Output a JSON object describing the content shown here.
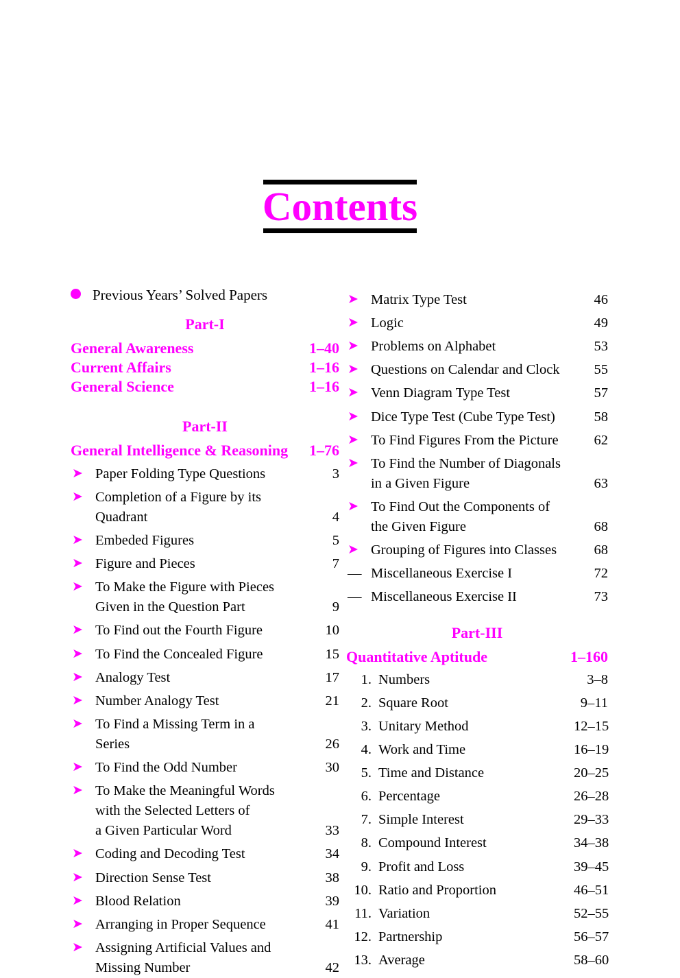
{
  "page": {
    "title": "Contents",
    "accent_color": "#ff00ff",
    "text_color": "#000000",
    "background_color": "#ffffff"
  },
  "note": {
    "bullet_icon": "filled-circle-bullet",
    "text": "Previous Years’ Solved Papers"
  },
  "icons": {
    "arrow_bullet": "➤",
    "dash_bullet": "—"
  },
  "left_column": {
    "part_one": {
      "heading": "Part-I",
      "entries": [
        {
          "label": "General Awareness",
          "page": "1–40"
        },
        {
          "label": "Current Affairs",
          "page": "1–16"
        },
        {
          "label": "General Science",
          "page": "1–16"
        }
      ]
    },
    "part_two": {
      "heading": "Part-II",
      "section": {
        "label": "General Intelligence & Reasoning",
        "page": "1–76"
      },
      "items": [
        {
          "lines": [
            "Paper Folding Type Questions"
          ],
          "page": "3"
        },
        {
          "lines": [
            "Completion of a Figure by its",
            "Quadrant"
          ],
          "page": "4"
        },
        {
          "lines": [
            "Embeded Figures"
          ],
          "page": "5"
        },
        {
          "lines": [
            "Figure and Pieces"
          ],
          "page": "7"
        },
        {
          "lines": [
            "To Make the Figure with Pieces",
            "Given in the Question Part"
          ],
          "page": "9"
        },
        {
          "lines": [
            "To Find out the Fourth Figure"
          ],
          "page": "10"
        },
        {
          "lines": [
            "To Find the Concealed Figure"
          ],
          "page": "15"
        },
        {
          "lines": [
            "Analogy Test"
          ],
          "page": "17"
        },
        {
          "lines": [
            "Number Analogy Test"
          ],
          "page": "21"
        },
        {
          "lines": [
            "To Find a Missing Term in a",
            "Series"
          ],
          "page": "26"
        },
        {
          "lines": [
            "To Find the Odd Number"
          ],
          "page": "30"
        },
        {
          "lines": [
            "To Make the Meaningful Words",
            "with the Selected Letters of",
            "a Given Particular Word"
          ],
          "page": "33"
        },
        {
          "lines": [
            "Coding and Decoding Test"
          ],
          "page": "34"
        },
        {
          "lines": [
            "Direction Sense Test"
          ],
          "page": "38"
        },
        {
          "lines": [
            "Blood Relation"
          ],
          "page": "39"
        },
        {
          "lines": [
            "Arranging in Proper Sequence"
          ],
          "page": "41"
        },
        {
          "lines": [
            "Assigning Artificial Values and",
            "Missing Number"
          ],
          "page": "42"
        }
      ]
    }
  },
  "right_column": {
    "part_two_continued": {
      "items": [
        {
          "lines": [
            "Matrix Type Test"
          ],
          "page": "46",
          "bullet": "arrow"
        },
        {
          "lines": [
            "Logic"
          ],
          "page": "49",
          "bullet": "arrow"
        },
        {
          "lines": [
            "Problems on Alphabet"
          ],
          "page": "53",
          "bullet": "arrow"
        },
        {
          "lines": [
            "Questions on Calendar and Clock"
          ],
          "page": "55",
          "bullet": "arrow"
        },
        {
          "lines": [
            "Venn Diagram Type Test"
          ],
          "page": "57",
          "bullet": "arrow"
        },
        {
          "lines": [
            "Dice Type Test (Cube Type Test)"
          ],
          "page": "58",
          "bullet": "arrow"
        },
        {
          "lines": [
            "To Find Figures From the Picture"
          ],
          "page": "62",
          "bullet": "arrow"
        },
        {
          "lines": [
            "To Find the Number of Diagonals",
            "in a Given Figure"
          ],
          "page": "63",
          "bullet": "arrow"
        },
        {
          "lines": [
            "To Find Out the Components of",
            "the Given Figure"
          ],
          "page": "68",
          "bullet": "arrow"
        },
        {
          "lines": [
            "Grouping of Figures into Classes"
          ],
          "page": "68",
          "bullet": "arrow"
        },
        {
          "lines": [
            "Miscellaneous Exercise I"
          ],
          "page": "72",
          "bullet": "dash"
        },
        {
          "lines": [
            "Miscellaneous Exercise II"
          ],
          "page": "73",
          "bullet": "dash"
        }
      ]
    },
    "part_three": {
      "heading": "Part-III",
      "section": {
        "label": "Quantitative Aptitude",
        "page": "1–160"
      },
      "items": [
        {
          "num": "1.",
          "label": "Numbers",
          "page": "3–8"
        },
        {
          "num": "2.",
          "label": "Square Root",
          "page": "9–11"
        },
        {
          "num": "3.",
          "label": "Unitary Method",
          "page": "12–15"
        },
        {
          "num": "4.",
          "label": "Work and Time",
          "page": "16–19"
        },
        {
          "num": "5.",
          "label": "Time and Distance",
          "page": "20–25"
        },
        {
          "num": "6.",
          "label": "Percentage",
          "page": "26–28"
        },
        {
          "num": "7.",
          "label": "Simple Interest",
          "page": "29–33"
        },
        {
          "num": "8.",
          "label": "Compound Interest",
          "page": "34–38"
        },
        {
          "num": "9.",
          "label": "Profit and Loss",
          "page": "39–45"
        },
        {
          "num": "10.",
          "label": "Ratio and Proportion",
          "page": "46–51"
        },
        {
          "num": "11.",
          "label": "Variation",
          "page": "52–55"
        },
        {
          "num": "12.",
          "label": "Partnership",
          "page": "56–57"
        },
        {
          "num": "13.",
          "label": "Average",
          "page": "58–60"
        }
      ]
    }
  }
}
